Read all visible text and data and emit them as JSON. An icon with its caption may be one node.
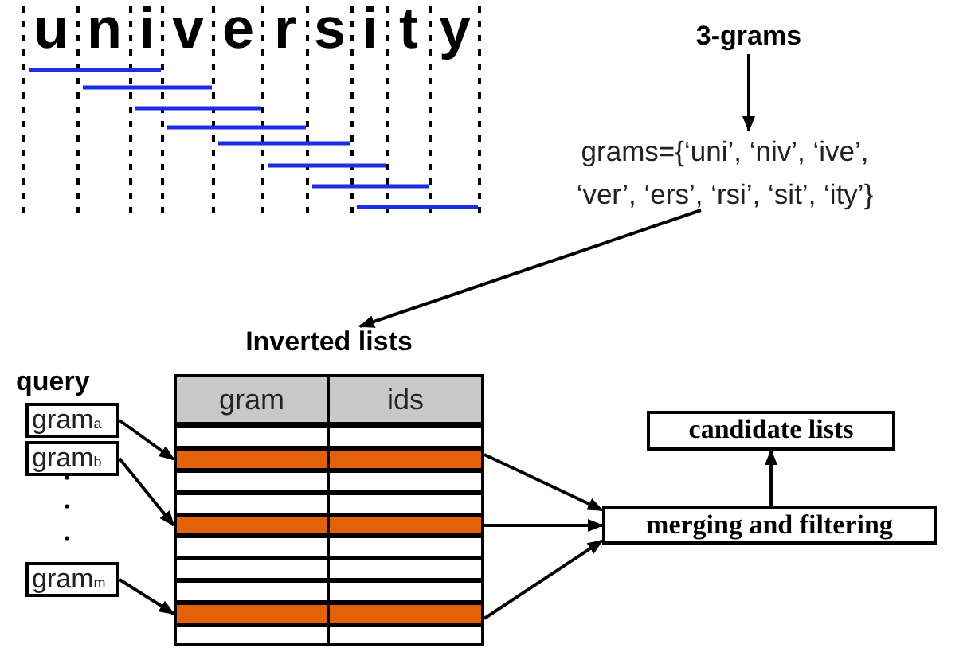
{
  "diagram": {
    "nodes": [
      {
        "text": [
          "3-grams"
        ]
      },
      {
        "text": [
          "grams={‘uni’, ‘niv’, ‘ive’, ‘ver’, ‘ers’, ‘rsi’, ‘sit’, ‘ity’}"
        ]
      },
      {
        "text": [
          "Inverted lists",
          "gram",
          "ids"
        ]
      },
      {
        "text": [],
        "shape": "bar",
        "in": 2
      },
      {
        "text": [],
        "shape": "bar",
        "in": 2
      },
      {
        "text": [],
        "shape": "bar",
        "in": 2
      },
      {
        "text": [
          "gram$_{a}$"
        ]
      },
      {
        "text": [
          "gram$_{b}$"
        ]
      },
      {
        "text": [
          "gram$_{m}$"
        ]
      },
      {
        "text": [
          "merging and filtering"
        ]
      },
      {
        "text": [
          "candidate lists"
        ]
      }
    ],
    "edges": [
      {
        "from": 0,
        "to": 1,
        "arrow": "to"
      },
      {
        "from": 1,
        "to": 2,
        "arrow": "to"
      },
      {
        "from": 6,
        "to": 3,
        "arrow": "to"
      },
      {
        "from": 7,
        "to": 4,
        "arrow": "to"
      },
      {
        "from": 8,
        "to": 5,
        "arrow": "to"
      },
      {
        "from": 3,
        "to": 9,
        "arrow": "to"
      },
      {
        "from": 4,
        "to": 9,
        "arrow": "to"
      },
      {
        "from": 5,
        "to": 9,
        "arrow": "to"
      },
      {
        "from": 9,
        "to": 10,
        "arrow": "to"
      }
    ],
    "labels": [
      "u",
      "n",
      "i",
      "v",
      "e",
      "r",
      "s",
      "i",
      "t",
      "y",
      "query"
    ]
  }
}
